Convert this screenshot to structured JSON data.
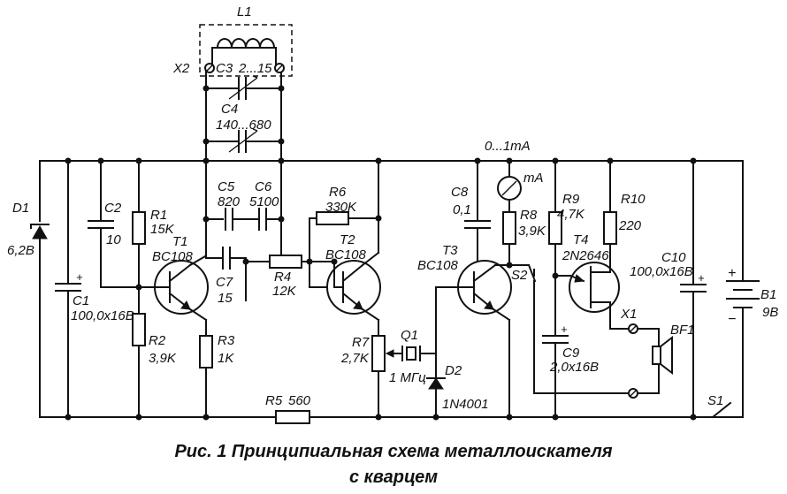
{
  "labels": {
    "L1": "L1",
    "X2": "X2",
    "C3": "C3",
    "C3_val": "2...15",
    "C4": "C4",
    "C4_val": "140...680",
    "C5": "C5",
    "C5_val": "820",
    "C6": "C6",
    "C6_val": "5100",
    "C7": "C7",
    "C7_val": "15",
    "D1": "D1",
    "D1_val": "6,2В",
    "C1": "C1",
    "C1_val": "100,0x16В",
    "C2": "C2",
    "C2_val": "10",
    "R1": "R1",
    "R1_val": "15K",
    "T1": "T1",
    "T1_val": "BC108",
    "R2": "R2",
    "R2_val": "3,9K",
    "R3": "R3",
    "R3_val": "1K",
    "R4": "R4",
    "R4_val": "12K",
    "R5": "R5",
    "R5_val": "560",
    "R6": "R6",
    "R6_val": "330K",
    "T2": "T2",
    "T2_val": "BC108",
    "R7": "R7",
    "R7_val": "2,7K",
    "Q1": "Q1",
    "Q1_val": "1 МГц",
    "D2": "D2",
    "D2_val": "1N4001",
    "meter_range": "0...1mA",
    "meter": "mA",
    "C8": "C8",
    "C8_val": "0,1",
    "R8": "R8",
    "R8_val": "3,9K",
    "T3": "T3",
    "T3_val": "BC108",
    "S2": "S2",
    "R9": "R9",
    "R9_val": "4,7K",
    "R10": "R10",
    "R10_val": "220",
    "T4": "T4",
    "T4_val": "2N2646",
    "C9": "C9",
    "C9_val": "2,0x16В",
    "C10": "C10",
    "C10_val": "100,0x16В",
    "X1": "X1",
    "BF1": "BF1",
    "B1": "B1",
    "B1_val": "9В",
    "S1": "S1"
  },
  "caption": {
    "line1": "Рис. 1  Принципиальная схема металлоискателя",
    "line2": "с кварцем"
  }
}
